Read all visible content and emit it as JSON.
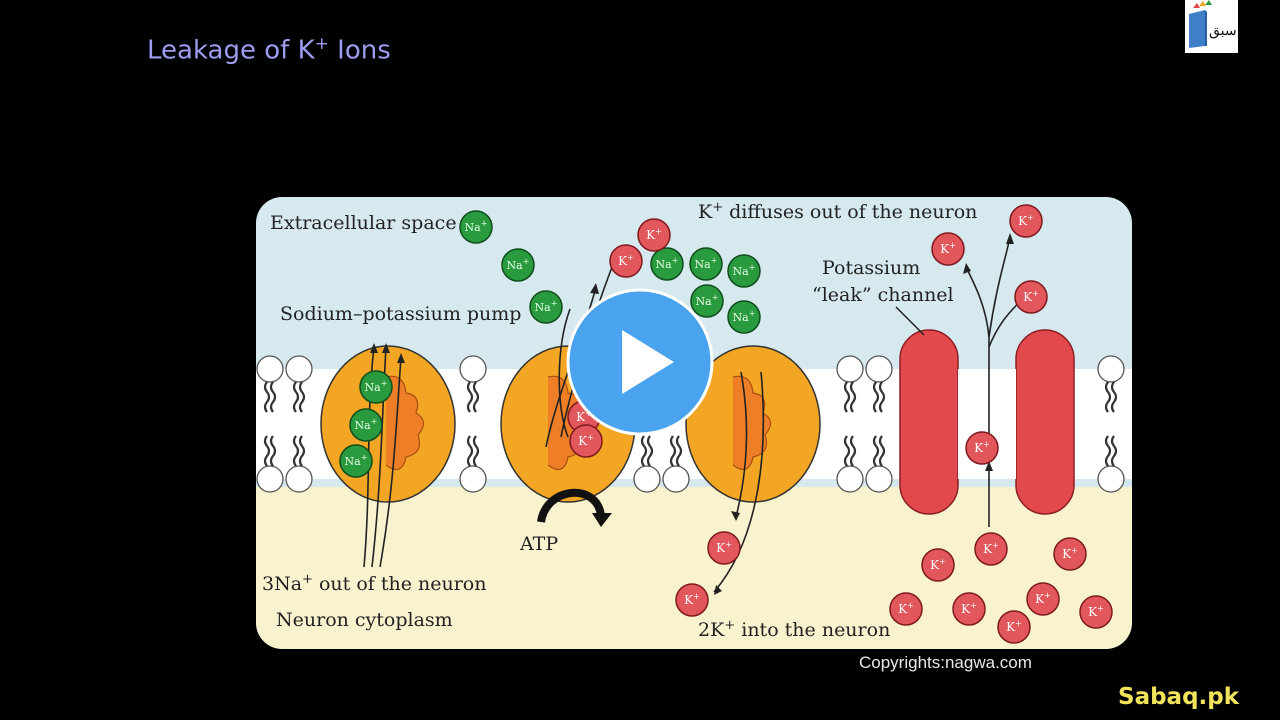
{
  "header": {
    "title_main": "Leakage of K",
    "title_sup": "+",
    "title_tail": " Ions"
  },
  "logo": {
    "icon": "book-logo-icon",
    "label": "سبق"
  },
  "diagram": {
    "extracellular_label": "Extracellular space",
    "pump_label": "Sodium–potassium pump",
    "diffuses_label_base": "K",
    "diffuses_label_sup": "+",
    "diffuses_label_tail": " diffuses out of the neuron",
    "leak_label_line1": "Potassium",
    "leak_label_line2": "“leak” channel",
    "atp_label": "ATP",
    "na_out_base": "3Na",
    "na_out_sup": "+",
    "na_out_tail": " out of the neuron",
    "cytoplasm_label": "Neuron cytoplasm",
    "k_in_base": "2K",
    "k_in_sup": "+",
    "k_in_tail": " into the neuron",
    "na_ion": "Na",
    "k_ion": "K",
    "ion_sup": "+",
    "colors": {
      "extracellular": "#d6e9ef",
      "cytoplasm": "#f8f2cf",
      "sodium": "#2a9a3f",
      "potassium": "#e2575b",
      "pump": "#f3a623",
      "channel": "#e2494d"
    }
  },
  "player": {
    "play_icon": "play-icon",
    "color": "#4aa3ee"
  },
  "footer": {
    "copyright": "Copyrights:nagwa.com",
    "brand": "Sabaq.pk"
  }
}
